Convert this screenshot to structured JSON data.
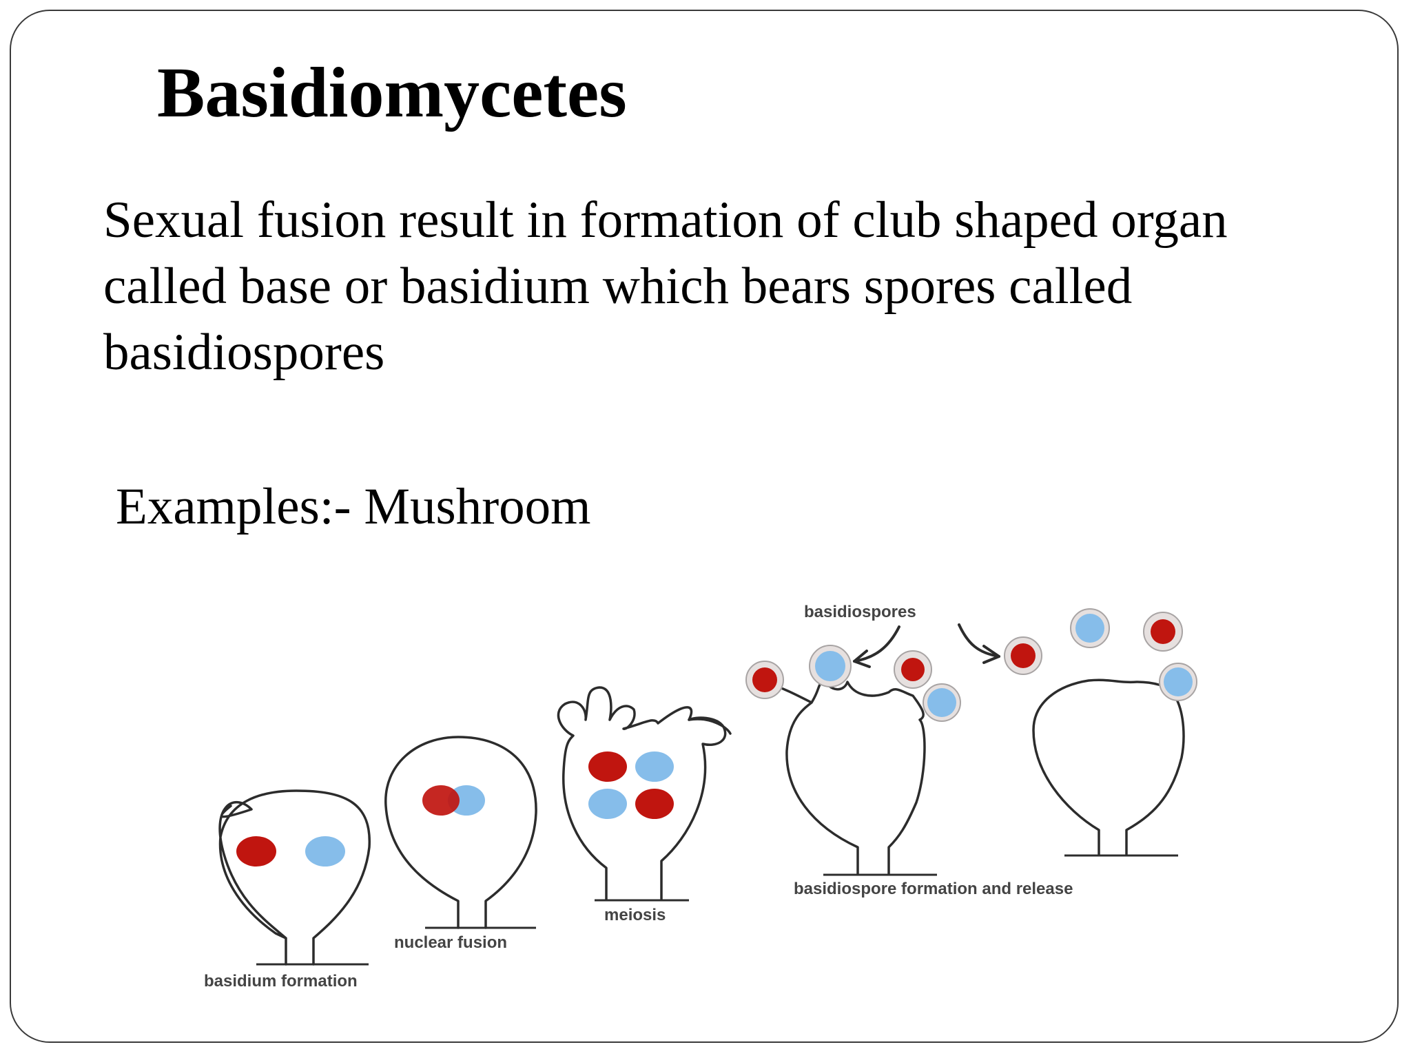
{
  "slide": {
    "title": "Basidiomycetes",
    "body_lines": [
      "Sexual fusion result in formation of club shaped organ",
      "called base or basidium which bears spores called",
      "basidiospores"
    ],
    "examples": "Examples:- Mushroom"
  },
  "diagram": {
    "labels": {
      "basidium_formation": "basidium formation",
      "nuclear_fusion": "nuclear fusion",
      "meiosis": "meiosis",
      "basidiospores": "basidiospores",
      "basidiospore_formation_release": "basidiospore formation and release"
    },
    "colors": {
      "nucleus_a": "#c0150f",
      "nucleus_b": "#86bdea",
      "outline": "#2c2c2c"
    }
  }
}
